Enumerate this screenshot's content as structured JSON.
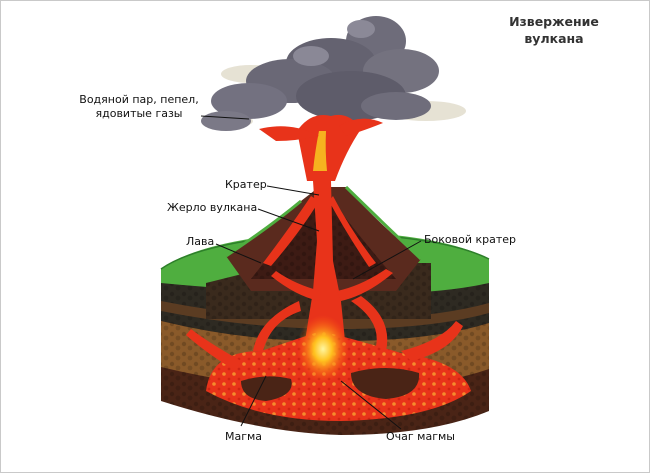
{
  "title": "Извержение вулкана",
  "labels": {
    "gases": "Водяной пар, пепел, ядовитые газы",
    "crater": "Кратер",
    "vent": "Жерло вулкана",
    "lava": "Лава",
    "side_crater": "Боковой кратер",
    "magma": "Магма",
    "chamber": "Очаг магмы"
  },
  "colors": {
    "grass": "#4fae3f",
    "lava": "#e8331a",
    "lava_bright": "#f6b21f",
    "smoke": "#6c6a78",
    "soil_top": "#2e2a22",
    "soil_mid": "#8a5a2a",
    "soil_bottom": "#4a2416"
  }
}
